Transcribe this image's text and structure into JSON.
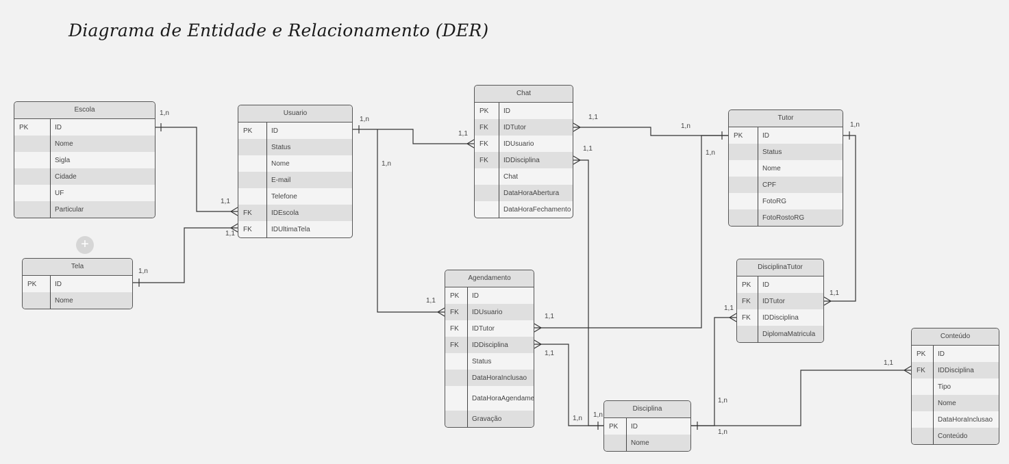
{
  "title": "Diagrama de Entidade e Relacionamento (DER)",
  "entities": {
    "escola": {
      "name": "Escola",
      "fields": [
        {
          "key": "PK",
          "name": "ID"
        },
        {
          "key": "",
          "name": "Nome"
        },
        {
          "key": "",
          "name": "Sigla"
        },
        {
          "key": "",
          "name": "Cidade"
        },
        {
          "key": "",
          "name": "UF"
        },
        {
          "key": "",
          "name": "Particular"
        }
      ]
    },
    "tela": {
      "name": "Tela",
      "fields": [
        {
          "key": "PK",
          "name": "ID"
        },
        {
          "key": "",
          "name": "Nome"
        }
      ]
    },
    "usuario": {
      "name": "Usuario",
      "fields": [
        {
          "key": "PK",
          "name": "ID"
        },
        {
          "key": "",
          "name": "Status"
        },
        {
          "key": "",
          "name": "Nome"
        },
        {
          "key": "",
          "name": "E-mail"
        },
        {
          "key": "",
          "name": "Telefone"
        },
        {
          "key": "FK",
          "name": "IDEscola"
        },
        {
          "key": "FK",
          "name": "IDUltimaTela"
        }
      ]
    },
    "chat": {
      "name": "Chat",
      "fields": [
        {
          "key": "PK",
          "name": "ID"
        },
        {
          "key": "FK",
          "name": "IDTutor"
        },
        {
          "key": "FK",
          "name": "IDUsuario"
        },
        {
          "key": "FK",
          "name": "IDDisciplina"
        },
        {
          "key": "",
          "name": "Chat"
        },
        {
          "key": "",
          "name": "DataHoraAbertura"
        },
        {
          "key": "",
          "name": "DataHoraFechamento"
        }
      ]
    },
    "tutor": {
      "name": "Tutor",
      "fields": [
        {
          "key": "PK",
          "name": "ID"
        },
        {
          "key": "",
          "name": "Status"
        },
        {
          "key": "",
          "name": "Nome"
        },
        {
          "key": "",
          "name": "CPF"
        },
        {
          "key": "",
          "name": "FotoRG"
        },
        {
          "key": "",
          "name": "FotoRostoRG"
        }
      ]
    },
    "agendamento": {
      "name": "Agendamento",
      "fields": [
        {
          "key": "PK",
          "name": "ID"
        },
        {
          "key": "FK",
          "name": "IDUsuario"
        },
        {
          "key": "FK",
          "name": "IDTutor"
        },
        {
          "key": "FK",
          "name": "IDDisciplina"
        },
        {
          "key": "",
          "name": "Status"
        },
        {
          "key": "",
          "name": "DataHoraInclusao"
        },
        {
          "key": "",
          "name": "DataHoraAgendamento"
        },
        {
          "key": "",
          "name": "Gravação"
        }
      ]
    },
    "disciplinatutor": {
      "name": "DisciplinaTutor",
      "fields": [
        {
          "key": "PK",
          "name": "ID"
        },
        {
          "key": "FK",
          "name": "IDTutor"
        },
        {
          "key": "FK",
          "name": "IDDisciplina"
        },
        {
          "key": "",
          "name": "DiplomaMatricula"
        }
      ]
    },
    "disciplina": {
      "name": "Disciplina",
      "fields": [
        {
          "key": "PK",
          "name": "ID"
        },
        {
          "key": "",
          "name": "Nome"
        }
      ]
    },
    "conteudo": {
      "name": "Conteúdo",
      "fields": [
        {
          "key": "PK",
          "name": "ID"
        },
        {
          "key": "FK",
          "name": "IDDisciplina"
        },
        {
          "key": "",
          "name": "Tipo"
        },
        {
          "key": "",
          "name": "Nome"
        },
        {
          "key": "",
          "name": "DataHoraInclusao"
        },
        {
          "key": "",
          "name": "Conteúdo"
        }
      ]
    }
  },
  "cardinalities": {
    "escola_one": "1,n",
    "escola_many": "1,1",
    "tela_one": "1,n",
    "tela_many": "1,1",
    "usuario_chat_one": "1,n",
    "usuario_chat_many": "1,1",
    "usuario_agend_one": "1,n",
    "usuario_agend_many": "1,1",
    "chat_tutor_many": "1,1",
    "chat_tutor_one": "1,n",
    "tutor_agend_one": "1,n",
    "tutor_dt_one": "1,n",
    "tutor_dt_many": "1,1",
    "chat_disc_many": "1,1",
    "chat_disc_one": "1,n",
    "agend_tutor_many": "1,1",
    "agend_disc_many": "1,1",
    "agend_disc_one": "1,n",
    "disc_dt_one": "1,n",
    "disc_dt_many": "1,1",
    "disc_cont_one": "1,n",
    "disc_cont_many": "1,1"
  }
}
